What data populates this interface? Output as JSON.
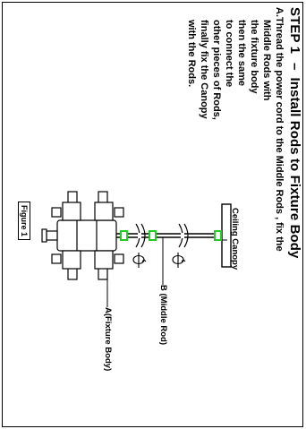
{
  "step": {
    "number": "STEP 1",
    "separator": "–",
    "title": "Install Rods to Fixture Body"
  },
  "instructions": [
    "A.Thread the power cord to the Middle Rods , fix the",
    "Middle Rods with",
    "the fixture body",
    "then the same",
    "to connect the",
    "other pieces of Rods,",
    "finally fix the Canopy",
    "with the Rods."
  ],
  "labels": {
    "canopy": "Ceiling  Canopy",
    "middle_rod": "B (Middle Rod)",
    "fixture_body": "A(Fixture Body)",
    "figure": "Figure 1"
  },
  "colors": {
    "connector": "#22cc22",
    "ink": "#000000"
  }
}
